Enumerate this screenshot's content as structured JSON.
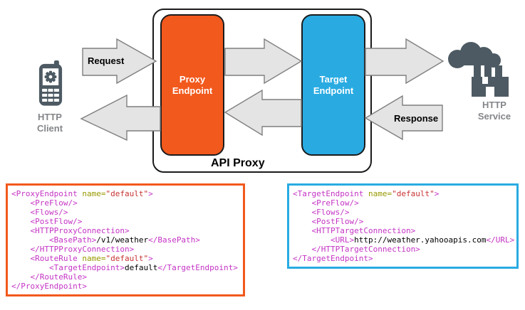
{
  "colors": {
    "orange": "#F2591D",
    "blue": "#29ABE2",
    "arrow_fill": "#E4E4E4",
    "arrow_stroke": "#7F7F7F",
    "slate": "#4D5A63",
    "label_gray": "#848689",
    "code_tag": "#C433C4",
    "code_attr": "#999900",
    "code_string": "#C83232",
    "code_text": "#000000"
  },
  "diagram": {
    "http_client": {
      "label": "HTTP\nClient",
      "icon": "mobile-phone-icon"
    },
    "request_label": "Request",
    "response_label": "Response",
    "api_proxy": {
      "title": "API Proxy",
      "proxy_endpoint_label": "Proxy\nEndpoint",
      "target_endpoint_label": "Target\nEndpoint"
    },
    "http_service": {
      "label": "HTTP\nService",
      "icon": "factory-icon"
    }
  },
  "code_blocks": {
    "proxy_endpoint_xml": {
      "lines": [
        [
          [
            "m",
            "<ProxyEndpoint"
          ],
          [
            "o",
            " name="
          ],
          [
            "r",
            "\"default\""
          ],
          [
            "m",
            ">"
          ]
        ],
        [
          [
            "m",
            "    <PreFlow/>"
          ]
        ],
        [
          [
            "m",
            "    <Flows/>"
          ]
        ],
        [
          [
            "m",
            "    <PostFlow/>"
          ]
        ],
        [
          [
            "m",
            "    <HTTPProxyConnection>"
          ]
        ],
        [
          [
            "m",
            "        <BasePath>"
          ],
          [
            "k",
            "/v1/weather"
          ],
          [
            "m",
            "</BasePath>"
          ]
        ],
        [
          [
            "m",
            "    </HTTPProxyConnection>"
          ]
        ],
        [
          [
            "m",
            "    <RouteRule"
          ],
          [
            "o",
            " name="
          ],
          [
            "r",
            "\"default\""
          ],
          [
            "m",
            ">"
          ]
        ],
        [
          [
            "m",
            "        <TargetEndpoint>"
          ],
          [
            "k",
            "default"
          ],
          [
            "m",
            "</TargetEndpoint>"
          ]
        ],
        [
          [
            "m",
            "    </RouteRule>"
          ]
        ],
        [
          [
            "m",
            "</ProxyEndpoint>"
          ]
        ]
      ]
    },
    "target_endpoint_xml": {
      "lines": [
        [
          [
            "m",
            "<TargetEndpoint"
          ],
          [
            "o",
            " name="
          ],
          [
            "r",
            "\"default\""
          ],
          [
            "m",
            ">"
          ]
        ],
        [
          [
            "m",
            "    <PreFlow/>"
          ]
        ],
        [
          [
            "m",
            "    <Flows/>"
          ]
        ],
        [
          [
            "m",
            "    <PostFlow/>"
          ]
        ],
        [
          [
            "m",
            "    <HTTPTargetConnection>"
          ]
        ],
        [
          [
            "m",
            "        <URL>"
          ],
          [
            "k",
            "http://weather.yahooapis.com"
          ],
          [
            "m",
            "</URL>"
          ]
        ],
        [
          [
            "m",
            "    </HTTPTargetConnection>"
          ]
        ],
        [
          [
            "m",
            "</TargetEndpoint>"
          ]
        ]
      ]
    }
  }
}
